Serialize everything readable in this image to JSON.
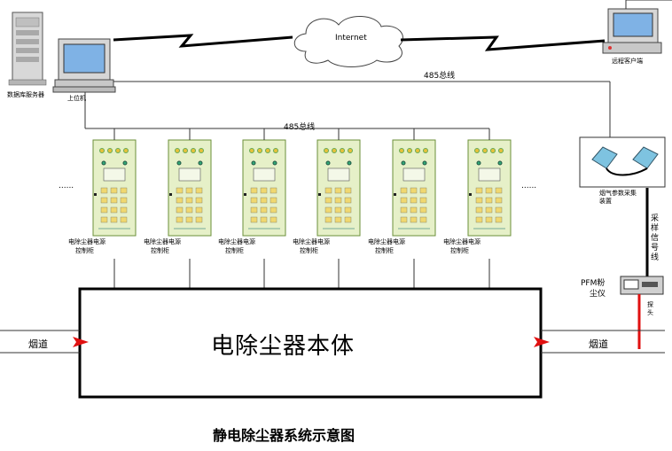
{
  "labels": {
    "internet": "Internet",
    "db_server": "数据库服务器",
    "host_pc": "上位机",
    "remote_client": "远程客户端",
    "bus_485_top": "485总线",
    "bus_485_mid": "485总线",
    "flue_gas_device": "烟气参数采集装置",
    "sampling_line": "采样信号线",
    "pfm_label_1": "PFM粉",
    "pfm_label_2": "尘仪",
    "probe": "探头",
    "body": "电除尘器本体",
    "flue_left": "烟道",
    "flue_right": "烟道",
    "ellipsis_left": "......",
    "ellipsis_right": "......",
    "caption": "静电除尘器系统示意图"
  },
  "cabinet_label": {
    "line1": "电除尘器电源",
    "line2": "控制柜"
  },
  "cabinets": [
    {
      "label1": "电除尘器电源",
      "label2": "控制柜"
    },
    {
      "label1": "电除尘器电源",
      "label2": "控制柜"
    },
    {
      "label1": "电除尘器电源",
      "label2": "控制柜"
    },
    {
      "label1": "电除尘器电源",
      "label2": "控制柜"
    },
    {
      "label1": "电除尘器电源",
      "label2": "控制柜"
    },
    {
      "label1": "电除尘器电源",
      "label2": "控制柜"
    }
  ],
  "colors": {
    "cabinet_fill": "#e6f0c8",
    "cabinet_border": "#6b8f3a",
    "arrow_red": "#e01010",
    "probe_red": "#e01010",
    "line": "#333333"
  }
}
